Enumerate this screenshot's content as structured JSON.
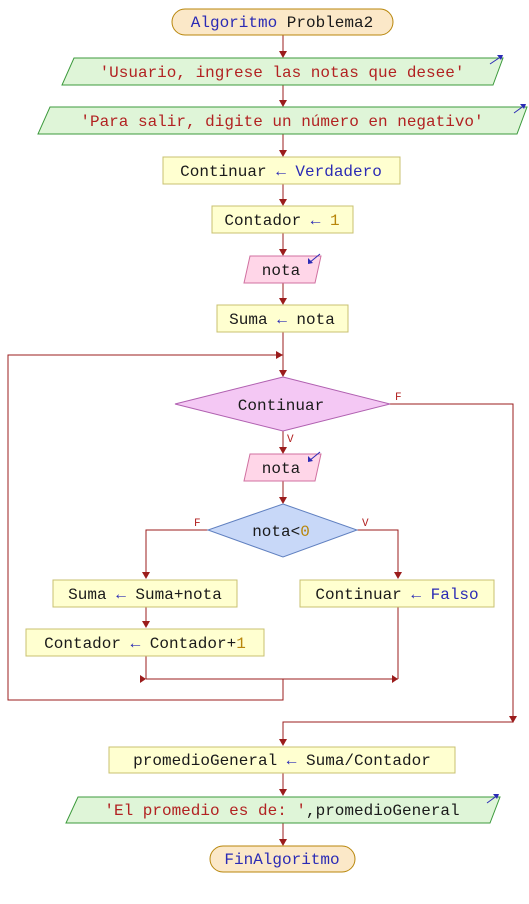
{
  "colors": {
    "line": "#9b1c1c",
    "keyword": "#2b2bb5",
    "string": "#b22222",
    "number": "#b8860b",
    "text": "#1a1a1a",
    "terminator_fill": "#fbe8c8",
    "output_fill": "#dff5d8",
    "assign_fill": "#ffffd0",
    "input_fill": "#ffd6e8",
    "decision_loop_fill": "#f4c8f4",
    "decision_if_fill": "#c8d8f8"
  },
  "nodes": {
    "start": {
      "keyword": "Algoritmo",
      "name": "Problema2"
    },
    "out1": {
      "text": "'Usuario, ingrese las notas que desee'"
    },
    "out2": {
      "text": "'Para salir, digite un número en negativo'"
    },
    "assign1": {
      "var": "Continuar",
      "arrow": "←",
      "value": "Verdadero"
    },
    "assign2": {
      "var": "Contador",
      "arrow": "←",
      "value": "1"
    },
    "input1": {
      "text": "nota"
    },
    "assign3": {
      "var": "Suma",
      "arrow": "←",
      "value": "nota"
    },
    "loop": {
      "text": "Continuar",
      "true_label": "V",
      "false_label": "F"
    },
    "input2": {
      "text": "nota"
    },
    "cond": {
      "var": "nota",
      "op": "<",
      "value": "0",
      "true_label": "V",
      "false_label": "F"
    },
    "assign_sum": {
      "var": "Suma",
      "arrow": "←",
      "value": "Suma+nota"
    },
    "assign_cont": {
      "var": "Contador",
      "arrow": "←",
      "value1": "Contador",
      "plus": "+",
      "value2": "1"
    },
    "assign_false": {
      "var": "Continuar",
      "arrow": "←",
      "value": "Falso"
    },
    "assign_prom": {
      "var": "promedioGeneral",
      "arrow": "←",
      "value": "Suma/Contador"
    },
    "out3": {
      "str": "'El promedio es de: '",
      "rest": ",promedioGeneral"
    },
    "end": {
      "text": "FinAlgoritmo"
    }
  }
}
